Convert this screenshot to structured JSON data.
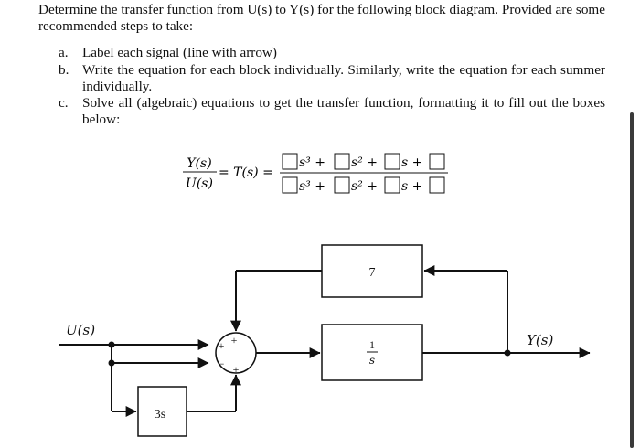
{
  "problem": {
    "intro": "Determine the transfer function from U(s) to Y(s) for the following block diagram. Provided are some recommended steps to take:",
    "steps": [
      {
        "marker": "a.",
        "text": "Label each signal (line with arrow)"
      },
      {
        "marker": "b.",
        "text": "Write the equation for each block individually. Similarly, write the equation for each summer individually."
      },
      {
        "marker": "c.",
        "text": "Solve all (algebraic) equations to get the transfer function, formatting it to fill out the boxes below:"
      }
    ]
  },
  "equation": {
    "lhs_num": "Y(s)",
    "lhs_den": "U(s)",
    "equals_T": "= T(s) =",
    "num_terms": [
      "s³ +",
      "s² +",
      "s +",
      ""
    ],
    "den_terms": [
      "s³ +",
      "s² +",
      "s +",
      ""
    ]
  },
  "diagram": {
    "input_label": "U(s)",
    "output_label": "Y(s)",
    "feedback_gain": "7",
    "forward_num": "1",
    "forward_den": "s",
    "feedforward_block": "3s",
    "sum_signs": {
      "top": "+",
      "left_upper": "+",
      "left_lower": "−",
      "bottom": "+"
    }
  }
}
